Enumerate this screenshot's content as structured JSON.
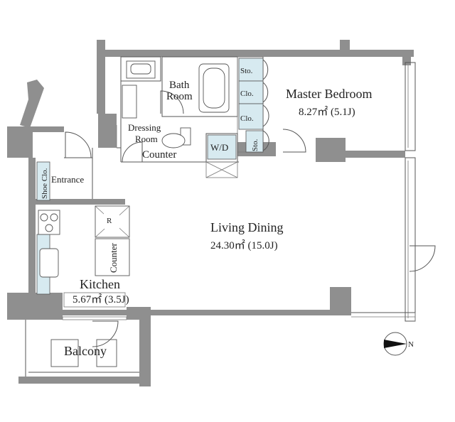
{
  "rooms": {
    "master_bedroom": {
      "name": "Master Bedroom",
      "area": "8.27㎡ (5.1J)"
    },
    "living_dining": {
      "name": "Living Dining",
      "area": "24.30㎡ (15.0J)"
    },
    "kitchen": {
      "name": "Kitchen",
      "area": "5.67㎡ (3.5J)"
    },
    "bath_room": {
      "line1": "Bath",
      "line2": "Room"
    },
    "dressing_room": {
      "line1": "Dressing",
      "line2": "Room"
    },
    "entrance": {
      "name": "Entrance"
    },
    "balcony": {
      "name": "Balcony"
    }
  },
  "labels": {
    "counter_top": "Counter",
    "counter_kitchen": "Counter",
    "wd": "W/D",
    "shoe_clo": "Shoe Clo.",
    "sto_top": "Sto.",
    "clo_1": "Clo.",
    "clo_2": "Clo.",
    "sto_bottom": "Sto.",
    "fridge": "R"
  },
  "compass": {
    "label": "N"
  },
  "colors": {
    "wall": "#8f8f8f",
    "storage": "#d7eaf0",
    "line": "#555555"
  }
}
